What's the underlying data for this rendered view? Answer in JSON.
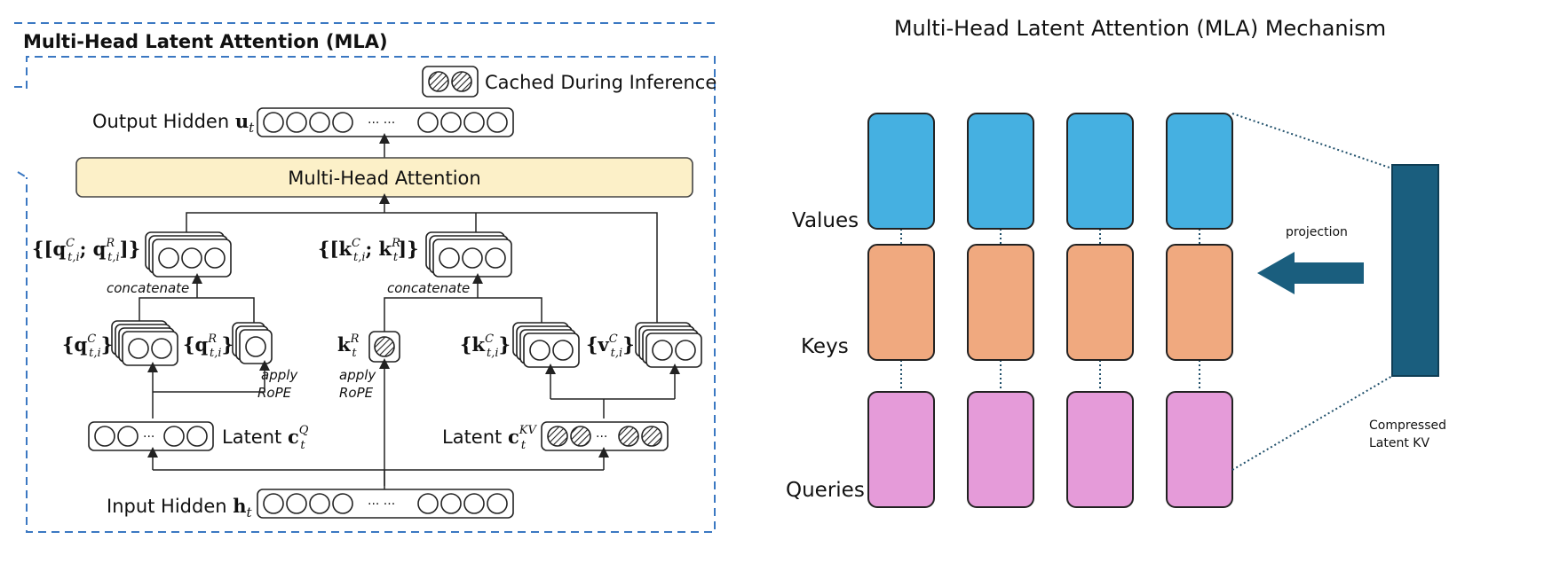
{
  "left_panel": {
    "title": "Multi-Head Latent Attention (MLA)",
    "legend": {
      "text": "Cached During Inference"
    },
    "output_hidden": {
      "label": "Output Hidden ",
      "symbol": "u",
      "sub": "t",
      "ellipsis": "··· ···"
    },
    "mha_block": {
      "label": "Multi-Head Attention",
      "fill": "#fcf0c8",
      "stroke": "#444444"
    },
    "q_concat": {
      "label": "{[q",
      "sup1": "C",
      "sub1": "t,i",
      "mid": "; q",
      "sup2": "R",
      "sub2": "t,i",
      "close": "]}"
    },
    "k_concat": {
      "label": "{[k",
      "sup1": "C",
      "sub1": "t,i",
      "mid": "; k",
      "sup2": "R",
      "sub2": "t",
      "close": "]}"
    },
    "concatenate_left": "concatenate",
    "concatenate_right": "concatenate",
    "qc": {
      "open": "{q",
      "sup": "C",
      "sub": "t,i",
      "close": "}"
    },
    "qr": {
      "open": "{q",
      "sup": "R",
      "sub": "t,i",
      "close": "}"
    },
    "kr": {
      "sym": "k",
      "sup": "R",
      "sub": "t"
    },
    "kc": {
      "open": "{k",
      "sup": "C",
      "sub": "t,i",
      "close": "}"
    },
    "vc": {
      "open": "{v",
      "sup": "C",
      "sub": "t,i",
      "close": "}"
    },
    "apply_rope_1": [
      "apply",
      "RoPE"
    ],
    "apply_rope_2": [
      "apply",
      "RoPE"
    ],
    "latent_q": {
      "label": "Latent ",
      "sym": "c",
      "sup": "Q",
      "sub": "t",
      "ellipsis": "···"
    },
    "latent_kv": {
      "label": "Latent ",
      "sym": "c",
      "sup": "KV",
      "sub": "t",
      "ellipsis": "···"
    },
    "input_hidden": {
      "label": "Input Hidden ",
      "symbol": "h",
      "sub": "t",
      "ellipsis": "··· ···"
    },
    "border_color": "#3b78c2"
  },
  "right_panel": {
    "title": "Multi-Head Latent Attention (MLA) Mechanism",
    "row_labels": [
      "Values",
      "Keys",
      "Queries"
    ],
    "colors": {
      "values": "#45b0e1",
      "keys": "#f0a97f",
      "queries": "#e59bd9",
      "latent": "#1a5e7e",
      "stroke": "#222222"
    },
    "heads": 4,
    "projection_label": "projection",
    "latent_label": [
      "Compressed",
      "Latent KV"
    ]
  }
}
